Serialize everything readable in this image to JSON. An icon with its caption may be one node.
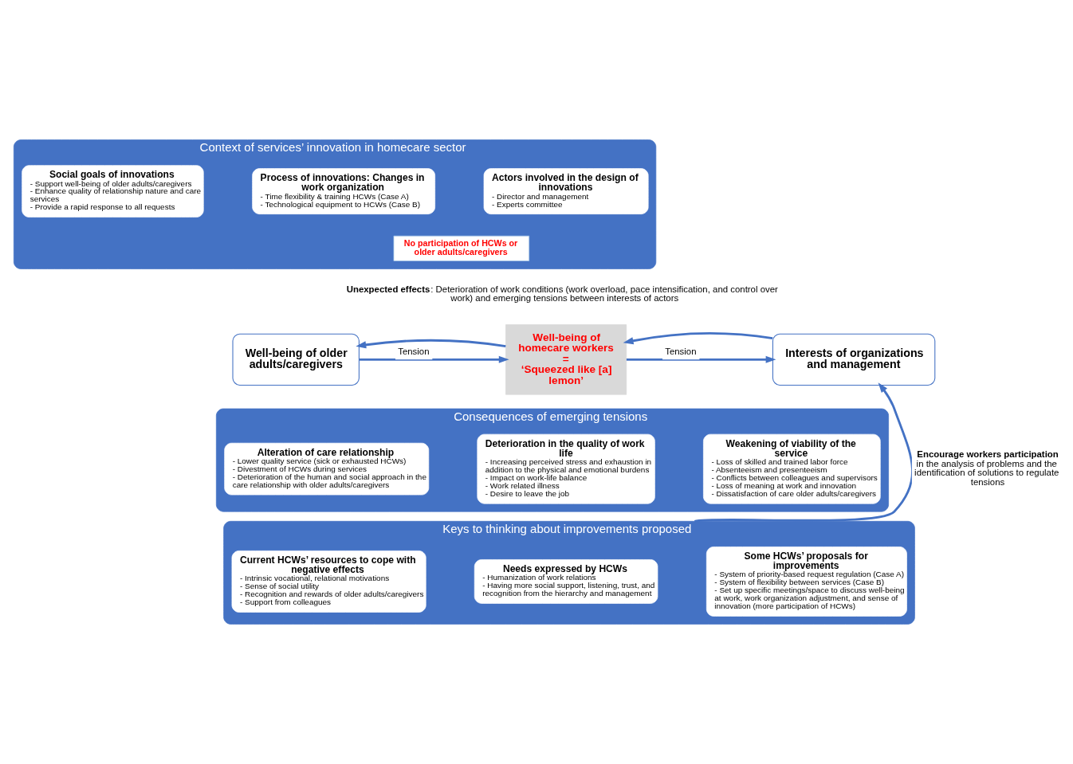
{
  "diagram": {
    "nodes": [
      {
        "text": [
          "Context of services’ innovation in homecare sector"
        ]
      },
      {
        "text": [
          "Social goals of innovations",
          "- Support well-being of older adults/caregivers",
          "- Enhance quality of relationship nature and care services",
          "- Provide a rapid response to all requests"
        ],
        "in": 0
      },
      {
        "text": [
          "Process of innovations: Changes in work organization",
          "- Time flexibility & training HCWs (Case A)",
          "- Technological equipment to HCWs (Case B)"
        ],
        "in": 0
      },
      {
        "text": [
          "Actors involved in the design of innovations",
          "- Director and management",
          "- Experts committee"
        ],
        "in": 0
      },
      {
        "text": [
          "No participation of HCWs or older adults/caregivers"
        ],
        "in": 0
      },
      {
        "text": [
          "Well-being of older adults/caregivers"
        ]
      },
      {
        "text": [
          "Well-being of homecare workers",
          "=",
          "‘Squeezed like [a] lemon’"
        ]
      },
      {
        "text": [
          "Interests of organizations and management"
        ]
      },
      {
        "text": [
          "Consequences of emerging tensions"
        ]
      },
      {
        "text": [
          "Alteration of care relationship",
          "- Lower quality service (sick or exhausted HCWs)",
          "- Divestment of HCWs during services",
          "- Deterioration of the human and social approach in the care relationship with older adults/caregivers"
        ],
        "in": 8
      },
      {
        "text": [
          "Deterioration in the quality of work life",
          "- Increasing perceived stress and exhaustion in addition to the physical and emotional burdens",
          "- Impact on work-life balance",
          "- Work related illness",
          "- Desire to leave the job"
        ],
        "in": 8
      },
      {
        "text": [
          "Weakening of viability of the service",
          "- Loss of skilled and trained labor force",
          "- Absenteeism and presenteeism",
          "- Conflicts between colleagues and supervisors",
          "- Loss of meaning at work and innovation",
          "- Dissatisfaction of care older adults/caregivers"
        ],
        "in": 8
      },
      {
        "text": [
          "Keys to thinking about improvements proposed"
        ]
      },
      {
        "text": [
          "Current HCWs’ resources to cope with negative effects",
          "- Intrinsic vocational, relational motivations",
          "- Sense of social utility",
          "- Recognition and rewards of older adults/caregivers",
          "- Support from colleagues"
        ],
        "in": 12
      },
      {
        "text": [
          "Needs expressed by HCWs",
          "- Humanization of work relations",
          "- Having more social support, listening, trust, and recognition from the hierarchy and management"
        ],
        "in": 12
      },
      {
        "text": [
          "Some HCWs’ proposals for improvements",
          "- System of priority-based request regulation (Case A)",
          "- System of flexibility between services (Case B)",
          "- Set up specific meetings/space to discuss well-being at work, work organization adjustment, and sense of innovation (more participation of HCWs)"
        ],
        "in": 12
      }
    ],
    "edges": [
      {
        "from": 5,
        "to": 6,
        "arrow": "to",
        "label": "Tension"
      },
      {
        "from": 6,
        "to": 5,
        "arrow": "to"
      },
      {
        "from": 6,
        "to": 7,
        "arrow": "to",
        "label": "Tension"
      },
      {
        "from": 7,
        "to": 6,
        "arrow": "to"
      },
      {
        "from": 12,
        "to": 7,
        "arrow": "to",
        "label": "**Encourage workers participation** in the analysis of problems and the identification of solutions to regulate tensions"
      }
    ],
    "labels": [
      "**Unexpected effects**: Deterioration of work conditions (work overload, pace intensification, and control over work) and emerging tensions between interests of actors"
    ]
  }
}
